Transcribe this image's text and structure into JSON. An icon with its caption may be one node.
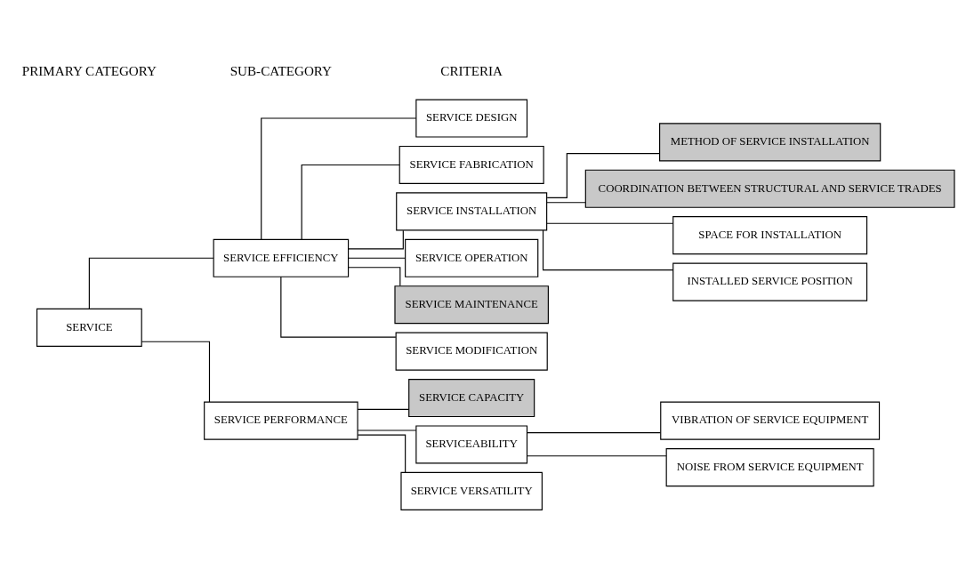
{
  "diagram": {
    "nodes": [
      {
        "text": [
          "SERVICE"
        ]
      },
      {
        "text": [
          "SERVICE EFFICIENCY"
        ]
      },
      {
        "text": [
          "SERVICE PERFORMANCE"
        ]
      },
      {
        "text": [
          "SERVICE DESIGN"
        ]
      },
      {
        "text": [
          "SERVICE FABRICATION"
        ]
      },
      {
        "text": [
          "SERVICE INSTALLATION"
        ]
      },
      {
        "text": [
          "SERVICE OPERATION"
        ]
      },
      {
        "text": [
          "SERVICE MAINTENANCE"
        ]
      },
      {
        "text": [
          "SERVICE MODIFICATION"
        ]
      },
      {
        "text": [
          "SERVICE CAPACITY"
        ]
      },
      {
        "text": [
          "SERVICEABILITY"
        ]
      },
      {
        "text": [
          "SERVICE VERSATILITY"
        ]
      },
      {
        "text": [
          "METHOD OF SERVICE INSTALLATION"
        ]
      },
      {
        "text": [
          "COORDINATION BETWEEN STRUCTURAL AND SERVICE TRADES"
        ]
      },
      {
        "text": [
          "SPACE FOR INSTALLATION"
        ]
      },
      {
        "text": [
          "INSTALLED SERVICE POSITION"
        ]
      },
      {
        "text": [
          "VIBRATION OF SERVICE EQUIPMENT"
        ]
      },
      {
        "text": [
          "NOISE FROM SERVICE EQUIPMENT"
        ]
      }
    ],
    "edges": [
      {
        "from": 0,
        "to": 1,
        "arrow": "none"
      },
      {
        "from": 0,
        "to": 2,
        "arrow": "none"
      },
      {
        "from": 1,
        "to": 3,
        "arrow": "none"
      },
      {
        "from": 1,
        "to": 4,
        "arrow": "none"
      },
      {
        "from": 1,
        "to": 5,
        "arrow": "none"
      },
      {
        "from": 1,
        "to": 6,
        "arrow": "none"
      },
      {
        "from": 1,
        "to": 7,
        "arrow": "none"
      },
      {
        "from": 1,
        "to": 8,
        "arrow": "none"
      },
      {
        "from": 2,
        "to": 9,
        "arrow": "none"
      },
      {
        "from": 2,
        "to": 10,
        "arrow": "none"
      },
      {
        "from": 2,
        "to": 11,
        "arrow": "none"
      },
      {
        "from": 5,
        "to": 12,
        "arrow": "none"
      },
      {
        "from": 5,
        "to": 13,
        "arrow": "none"
      },
      {
        "from": 5,
        "to": 14,
        "arrow": "none"
      },
      {
        "from": 5,
        "to": 15,
        "arrow": "none"
      },
      {
        "from": 10,
        "to": 16,
        "arrow": "none"
      },
      {
        "from": 10,
        "to": 17,
        "arrow": "none"
      }
    ],
    "labels": [
      "PRIMARY CATEGORY",
      "SUB-CATEGORY",
      "CRITERIA"
    ]
  }
}
